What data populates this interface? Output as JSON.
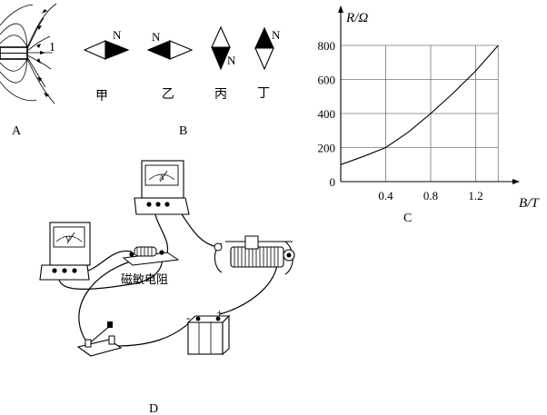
{
  "panels": {
    "a": {
      "label": "A",
      "point_label": "1"
    },
    "b": {
      "label": "B",
      "north_mark": "N",
      "compasses": [
        {
          "name": "甲",
          "orientation": "right-north"
        },
        {
          "name": "乙",
          "orientation": "left-north"
        },
        {
          "name": "丙",
          "orientation": "down-north"
        },
        {
          "name": "丁",
          "orientation": "up-north"
        }
      ]
    },
    "c": {
      "label": "C",
      "chart_data": {
        "type": "line",
        "xlabel": "B/T",
        "ylabel": "R/Ω",
        "xlim": [
          0,
          1.4
        ],
        "ylim": [
          0,
          800
        ],
        "x_ticks": [
          "0.4",
          "0.8",
          "1.2"
        ],
        "x_tick_values": [
          0.4,
          0.8,
          1.2
        ],
        "y_ticks": [
          "0",
          "200",
          "400",
          "600",
          "800"
        ],
        "y_tick_values": [
          0,
          200,
          400,
          600,
          800
        ],
        "grid": true,
        "series": [
          {
            "x": [
              0,
              0.2,
              0.4,
              0.6,
              0.8,
              1.0,
              1.2,
              1.4
            ],
            "y": [
              100,
              148,
              200,
              290,
              400,
              520,
              650,
              800
            ]
          }
        ]
      }
    },
    "d": {
      "label": "D",
      "ammeter_letter": "A",
      "voltmeter_letter": "V",
      "component_label": "磁敏电阻",
      "battery_minus": "-",
      "battery_plus": "+"
    }
  }
}
